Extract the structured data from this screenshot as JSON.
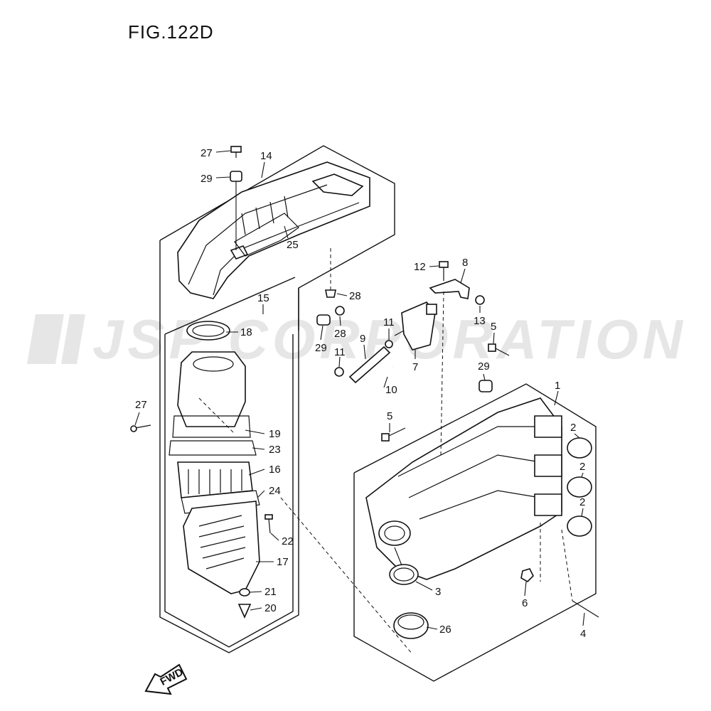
{
  "figure": {
    "title": "FIG.122D"
  },
  "watermark": {
    "text": "JSP CORPORATION",
    "color": "#e6e6e6"
  },
  "fwd_arrow": {
    "label": "FWD"
  },
  "callouts": [
    {
      "id": "c27a",
      "label": "27"
    },
    {
      "id": "c14",
      "label": "14"
    },
    {
      "id": "c29a",
      "label": "29"
    },
    {
      "id": "c25",
      "label": "25"
    },
    {
      "id": "c15",
      "label": "15"
    },
    {
      "id": "c28a",
      "label": "28"
    },
    {
      "id": "c28b",
      "label": "28"
    },
    {
      "id": "c29b",
      "label": "29"
    },
    {
      "id": "c18",
      "label": "18"
    },
    {
      "id": "c12",
      "label": "12"
    },
    {
      "id": "c8",
      "label": "8"
    },
    {
      "id": "c13",
      "label": "13"
    },
    {
      "id": "c11a",
      "label": "11"
    },
    {
      "id": "c9",
      "label": "9"
    },
    {
      "id": "c11b",
      "label": "11"
    },
    {
      "id": "c7",
      "label": "7"
    },
    {
      "id": "c10",
      "label": "10"
    },
    {
      "id": "c5a",
      "label": "5"
    },
    {
      "id": "c29c",
      "label": "29"
    },
    {
      "id": "c1",
      "label": "1"
    },
    {
      "id": "c27b",
      "label": "27"
    },
    {
      "id": "c5b",
      "label": "5"
    },
    {
      "id": "c2a",
      "label": "2"
    },
    {
      "id": "c2b",
      "label": "2"
    },
    {
      "id": "c2c",
      "label": "2"
    },
    {
      "id": "c19",
      "label": "19"
    },
    {
      "id": "c23",
      "label": "23"
    },
    {
      "id": "c16",
      "label": "16"
    },
    {
      "id": "c24",
      "label": "24"
    },
    {
      "id": "c22",
      "label": "22"
    },
    {
      "id": "c17",
      "label": "17"
    },
    {
      "id": "c3",
      "label": "3"
    },
    {
      "id": "c6",
      "label": "6"
    },
    {
      "id": "c21",
      "label": "21"
    },
    {
      "id": "c20",
      "label": "20"
    },
    {
      "id": "c4",
      "label": "4"
    },
    {
      "id": "c26",
      "label": "26"
    }
  ]
}
